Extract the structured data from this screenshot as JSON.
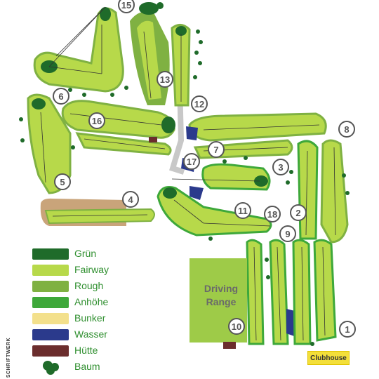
{
  "colors": {
    "gruen": "#1f6b2a",
    "fairway": "#b7d94a",
    "rough": "#7fb142",
    "anhoehe": "#3ea83a",
    "bunker": "#f3e08c",
    "wasser": "#2b3a8c",
    "huette": "#6b2d2d",
    "baum": "#1f6b2a",
    "range": "#9ecb48",
    "path": "#c8c8c8",
    "dirt": "#c9a47a"
  },
  "legend": {
    "items": [
      {
        "label": "Grün",
        "color": "#1f6b2a"
      },
      {
        "label": "Fairway",
        "color": "#b7d94a"
      },
      {
        "label": "Rough",
        "color": "#7fb142"
      },
      {
        "label": "Anhöhe",
        "color": "#3ea83a"
      },
      {
        "label": "Bunker",
        "color": "#f3e08c"
      },
      {
        "label": "Wasser",
        "color": "#2b3a8c"
      },
      {
        "label": "Hütte",
        "color": "#6b2d2d"
      }
    ],
    "tree_label": "Baum"
  },
  "holes": [
    "15",
    "13",
    "12",
    "6",
    "16",
    "17",
    "7",
    "3",
    "8",
    "5",
    "4",
    "11",
    "18",
    "2",
    "9",
    "10",
    "1"
  ],
  "driving_range": {
    "line1": "Driving",
    "line2": "Range"
  },
  "clubhouse": "Clubhouse",
  "credit": "SCHRIFTWERK"
}
